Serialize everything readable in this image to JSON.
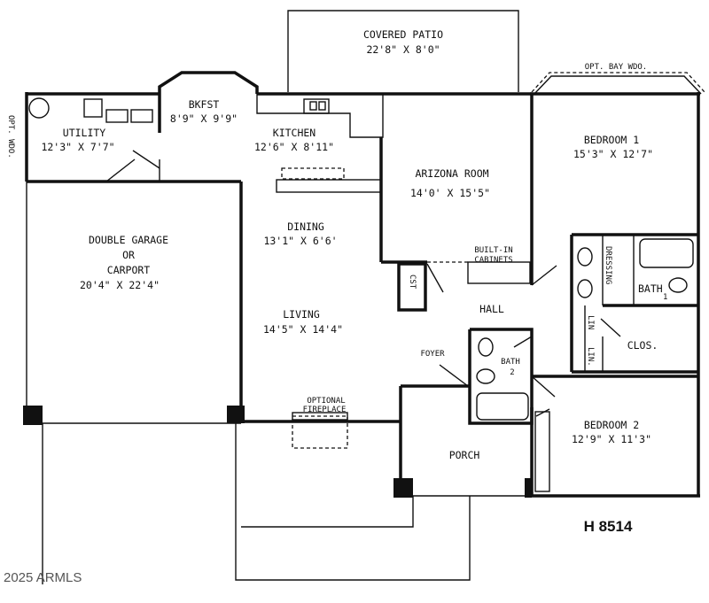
{
  "plan": {
    "id": "H 8514",
    "watermark": "2025 ARMLS"
  },
  "rooms": {
    "patio": {
      "name": "COVERED PATIO",
      "dims": "22'8\" X 8'0\""
    },
    "bay": {
      "name": "OPT. BAY WDO."
    },
    "opt_wdo": {
      "name": "OPT. WDO."
    },
    "utility": {
      "name": "UTILITY",
      "dims": "12'3\" X 7'7\""
    },
    "bkfst": {
      "name": "BKFST",
      "dims": "8'9\" X 9'9\""
    },
    "kitchen": {
      "name": "KITCHEN",
      "dims": "12'6\" X 8'11\""
    },
    "arizona": {
      "name": "ARIZONA ROOM",
      "dims": "14'0' X 15'5\""
    },
    "bedroom1": {
      "name": "BEDROOM 1",
      "dims": "15'3\" X 12'7\""
    },
    "garage": {
      "line1": "DOUBLE GARAGE",
      "line2": "OR",
      "line3": "CARPORT",
      "dims": "20'4\" X 22'4\""
    },
    "dining": {
      "name": "DINING",
      "dims": "13'1\" X 6'6'"
    },
    "builtin": {
      "line1": "BUILT-IN",
      "line2": "CABINETS"
    },
    "dressing": {
      "name": "DRESSING"
    },
    "bath1": {
      "name": "BATH",
      "num": "1"
    },
    "cst": {
      "name": "CST"
    },
    "hall": {
      "name": "HALL"
    },
    "lin1": {
      "name": "LIN"
    },
    "lin2": {
      "name": "LIN."
    },
    "clos": {
      "name": "CLOS."
    },
    "living": {
      "name": "LIVING",
      "dims": "14'5\" X 14'4\""
    },
    "foyer": {
      "name": "FOYER"
    },
    "bath2": {
      "name": "BATH",
      "num": "2"
    },
    "fireplace": {
      "line1": "OPTIONAL",
      "line2": "FIREPLACE"
    },
    "bedroom2": {
      "name": "BEDROOM 2",
      "dims": "12'9\" X 11'3\""
    },
    "porch": {
      "name": "PORCH"
    }
  }
}
